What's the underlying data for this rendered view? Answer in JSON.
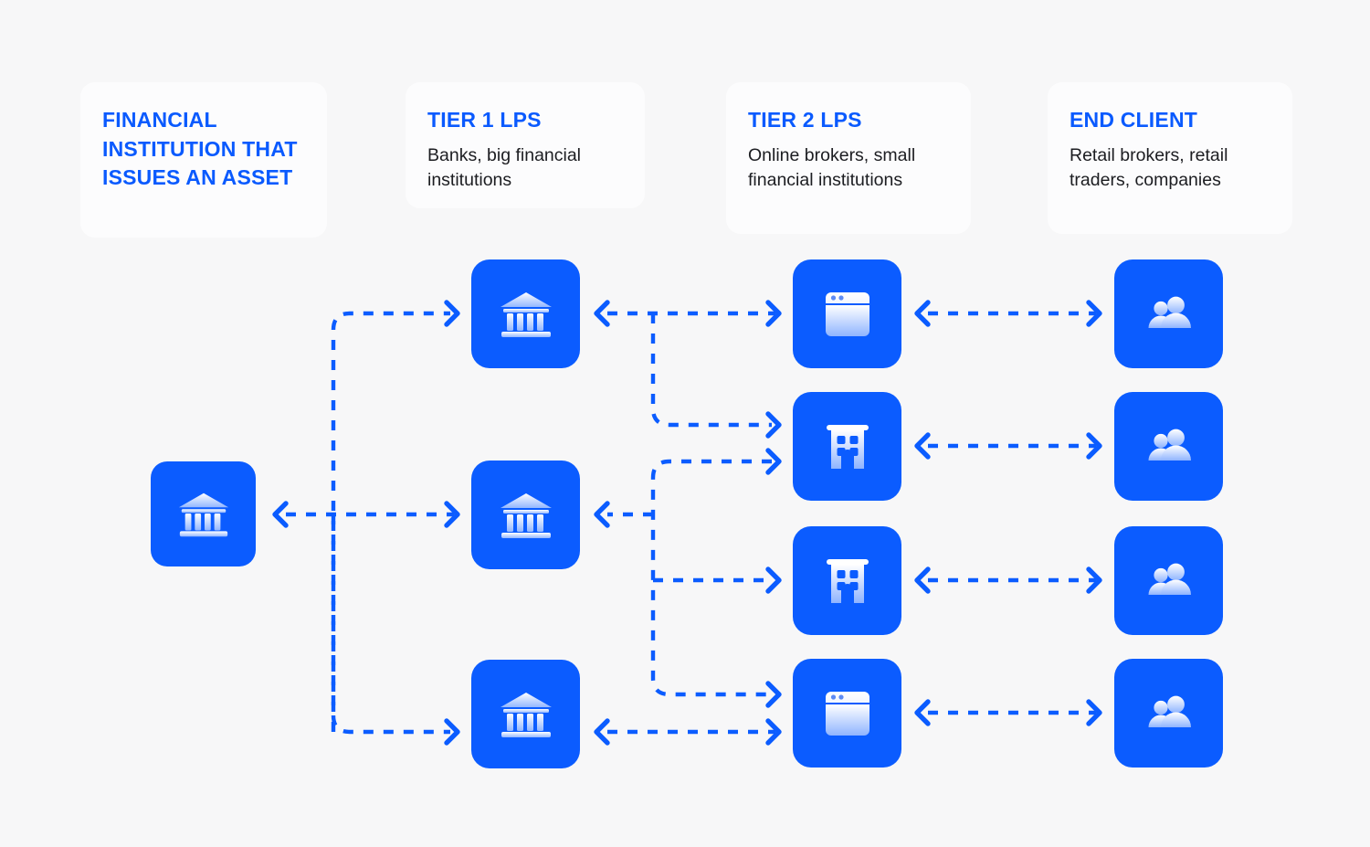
{
  "background_color": "#f7f7f8",
  "accent_color": "#0b5cff",
  "title_color": "#0a5afe",
  "body_color": "#1c1d21",
  "columns": [
    {
      "id": "issuer",
      "title": "FINANCIAL INSTITUTION THAT ISSUES AN ASSET",
      "subtitle": "",
      "nodes": [
        {
          "icon": "bank-icon",
          "row": 2
        }
      ]
    },
    {
      "id": "tier1",
      "title": "TIER 1 LPS",
      "subtitle": "Banks, big financial institutions",
      "nodes": [
        {
          "icon": "bank-icon",
          "row": 1
        },
        {
          "icon": "bank-icon",
          "row": 2
        },
        {
          "icon": "bank-icon",
          "row": 4
        }
      ]
    },
    {
      "id": "tier2",
      "title": "TIER 2 LPS",
      "subtitle": "Online brokers, small financial institutions",
      "nodes": [
        {
          "icon": "browser-window-icon",
          "row": 1
        },
        {
          "icon": "office-building-icon",
          "row": 2
        },
        {
          "icon": "office-building-icon",
          "row": 3
        },
        {
          "icon": "browser-window-icon",
          "row": 4
        }
      ]
    },
    {
      "id": "endclient",
      "title": "END CLIENT",
      "subtitle": "Retail brokers, retail traders, companies",
      "nodes": [
        {
          "icon": "users-icon",
          "row": 1
        },
        {
          "icon": "users-icon",
          "row": 2
        },
        {
          "icon": "users-icon",
          "row": 3
        },
        {
          "icon": "users-icon",
          "row": 4
        }
      ]
    }
  ],
  "connections": [
    {
      "from": "issuer",
      "to": "tier1",
      "style": "bidirectional-dashed"
    },
    {
      "from": "tier1",
      "to": "tier2",
      "style": "bidirectional-dashed"
    },
    {
      "from": "tier2",
      "to": "endclient",
      "style": "bidirectional-dashed"
    }
  ]
}
